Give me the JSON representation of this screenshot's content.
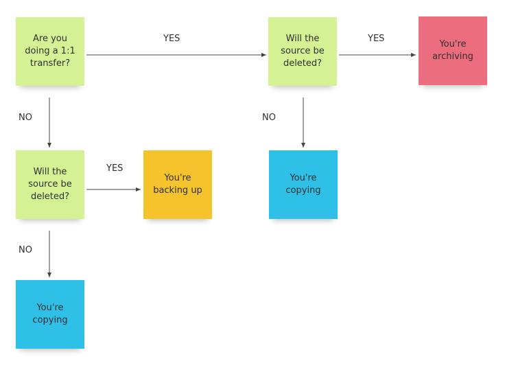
{
  "colors": {
    "question": "#d4f294",
    "archiving": "#ec6e7e",
    "backing_up": "#f5c32b",
    "copying": "#2ec0e6",
    "connector": "#444444",
    "text": "#2f2f2f"
  },
  "nodes": {
    "q_transfer": "Are you\ndoing a 1:1\ntransfer?",
    "q_source_deleted_top": "Will the\nsource be\ndeleted?",
    "q_source_deleted_left": "Will the\nsource be\ndeleted?",
    "result_archiving": "You're\narchiving",
    "result_backing_up": "You're\nbacking up",
    "result_copying_top": "You're\ncopying",
    "result_copying_bottom": "You're\ncopying"
  },
  "edge_labels": {
    "transfer_yes": "YES",
    "transfer_no": "NO",
    "top_deleted_yes": "YES",
    "top_deleted_no": "NO",
    "left_deleted_yes": "YES",
    "left_deleted_no": "NO"
  }
}
